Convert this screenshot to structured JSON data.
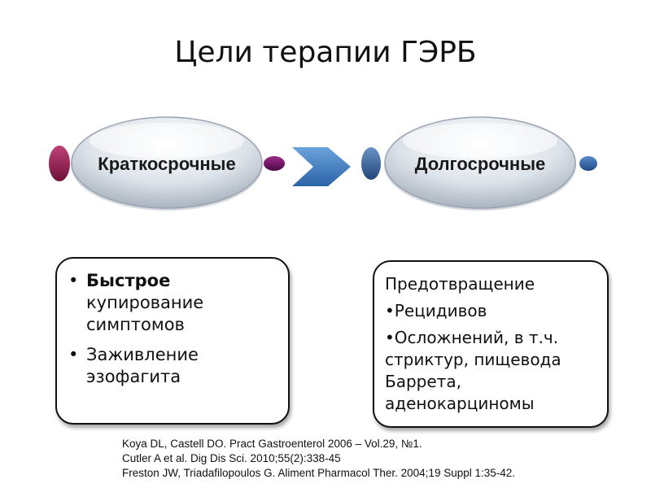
{
  "title": "Цели терапии ГЭРБ",
  "stages": [
    {
      "label": "Краткосрочные",
      "accent": "#8e1f4f"
    },
    {
      "label": "Долгосрочные",
      "accent": "#2f5d96"
    }
  ],
  "arrow_color": "#3f7fc6",
  "left_box": {
    "items": [
      {
        "bullet": "•",
        "bold": "Быстрое",
        "rest": " купирование симптомов"
      },
      {
        "bullet": "•",
        "bold": "",
        "rest": "Заживление эзофагита"
      }
    ]
  },
  "right_box": {
    "heading": "Предотвращение",
    "items": [
      "•Рецидивов",
      "•Осложнений, в т.ч. стриктур, пищевода Баррета, аденокарциномы"
    ]
  },
  "references": [
    "Koya DL, Castell DO. Pract Gastroenterol 2006 – Vol.29, №1.",
    "Cutler A et al. Dig Dis Sci. 2010;55(2):338-45",
    "Freston JW, Triadafilopoulos G. Aliment Pharmacol Ther. 2004;19 Suppl 1:35-42."
  ]
}
